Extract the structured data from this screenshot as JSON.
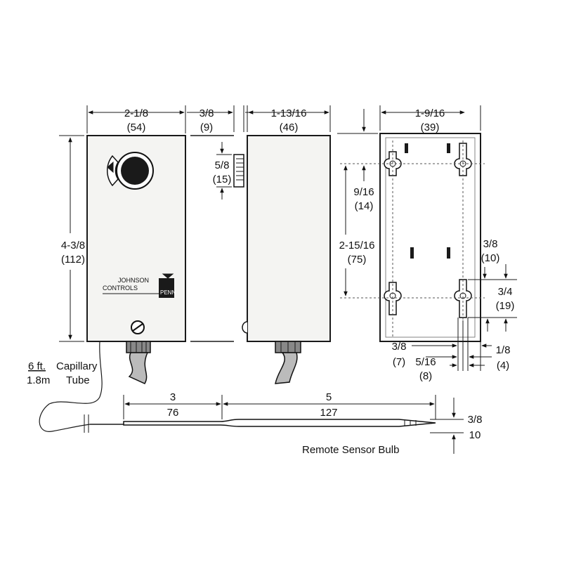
{
  "logo": {
    "line1": "JOHNSON",
    "line2": "CONTROLS",
    "badge": "PENN"
  },
  "dimensions": {
    "front_width": "2-1/8",
    "front_width_mm": "(54)",
    "front_height": "4-3/8",
    "front_height_mm": "(112)",
    "side_depth": "3/8",
    "side_depth_mm": "(9)",
    "knob_height": "5/8",
    "knob_height_mm": "(15)",
    "side_width": "1-13/16",
    "side_width_mm": "(46)",
    "top_offset": "9/16",
    "top_offset_mm": "(14)",
    "hole_spacing": "2-15/16",
    "hole_spacing_mm": "(75)",
    "back_width": "1-9/16",
    "back_width_mm": "(39)",
    "slot_edge": "3/8",
    "slot_edge_mm": "(10)",
    "slot_length": "3/4",
    "slot_length_mm": "(19)",
    "bottom_a": "3/8",
    "bottom_a_mm": "(7)",
    "bottom_b": "5/16",
    "bottom_b_mm": "(8)",
    "bottom_c": "1/8",
    "bottom_c_mm": "(4)",
    "bulb_lead": "3",
    "bulb_lead_mm": "76",
    "bulb_length": "5",
    "bulb_length_mm": "127",
    "bulb_dia": "3/8",
    "bulb_dia_mm": "10"
  },
  "labels": {
    "capillary_length": "6 ft.",
    "capillary_length_m": "1.8m",
    "capillary_word1": "Capillary",
    "capillary_word2": "Tube",
    "sensor": "Remote Sensor Bulb"
  }
}
